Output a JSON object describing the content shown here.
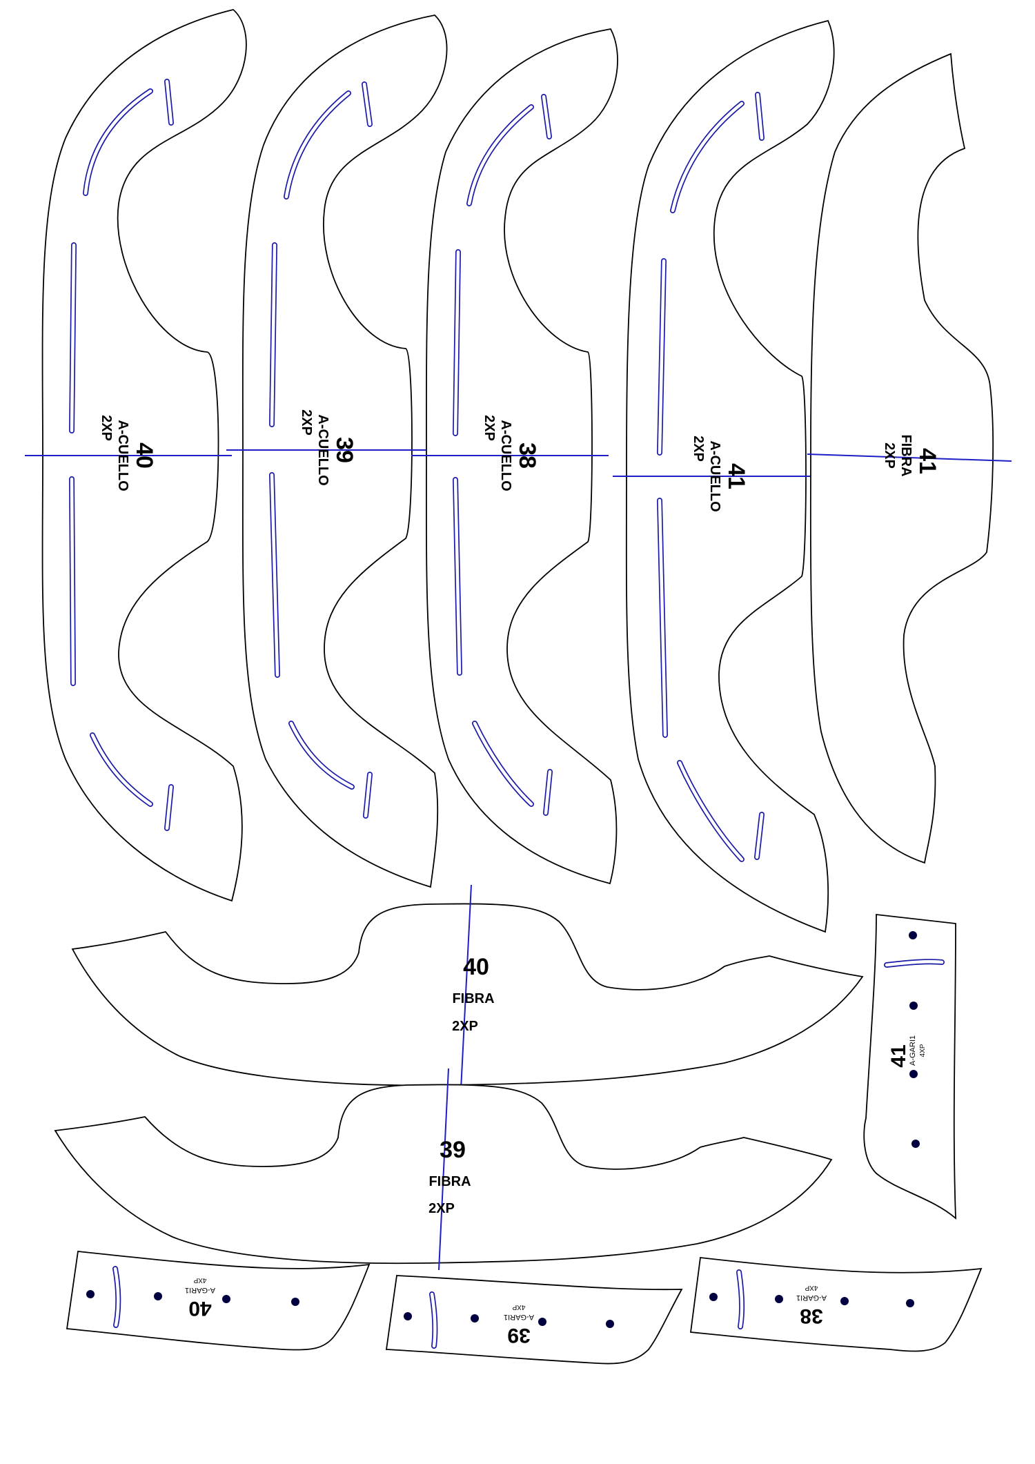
{
  "sheet": {
    "colors": {
      "outline": "#000000",
      "slot": "#1a1aa8",
      "grain_line": "#1e1ec8",
      "drill": "#000040"
    }
  },
  "pieces": {
    "collar_40": {
      "size": "40",
      "name": "A-CUELLO",
      "qty": "2XP"
    },
    "collar_39": {
      "size": "39",
      "name": "A-CUELLO",
      "qty": "2XP"
    },
    "collar_38": {
      "size": "38",
      "name": "A-CUELLO",
      "qty": "2XP"
    },
    "collar_41": {
      "size": "41",
      "name": "A-CUELLO",
      "qty": "2XP"
    },
    "fibra_41": {
      "size": "41",
      "name": "FIBRA",
      "qty": "2XP"
    },
    "fibra_40": {
      "size": "40",
      "name": "FIBRA",
      "qty": "2XP"
    },
    "fibra_39": {
      "size": "39",
      "name": "FIBRA",
      "qty": "2XP"
    },
    "band_41": {
      "size": "41",
      "name": "A-GARI1",
      "qty": "4XP"
    },
    "band_40": {
      "size": "40",
      "name": "A-GARI1",
      "qty": "4XP"
    },
    "band_39": {
      "size": "39",
      "name": "A-GARI1",
      "qty": "4XP"
    },
    "band_38": {
      "size": "38",
      "name": "A-GARI1",
      "qty": "4XP"
    }
  }
}
